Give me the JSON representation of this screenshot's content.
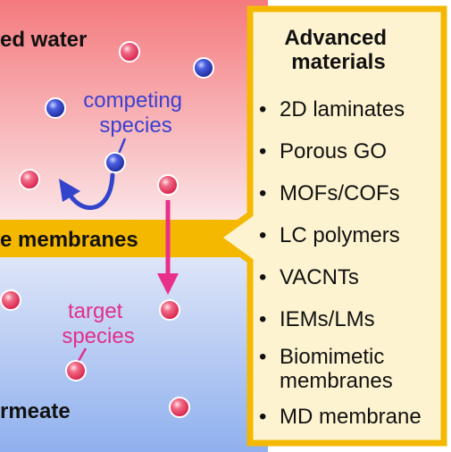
{
  "zones": {
    "feed_label": "ed water",
    "membrane_label": "e membranes",
    "permeate_label": "rmeate"
  },
  "annotations": {
    "competing": [
      "competing",
      "species"
    ],
    "target": [
      "target",
      "species"
    ]
  },
  "panel": {
    "title": [
      "Advanced",
      "materials"
    ],
    "items": [
      [
        "2D laminates"
      ],
      [
        "Porous GO"
      ],
      [
        "MOFs/COFs"
      ],
      [
        "LC polymers"
      ],
      [
        "VACNTs"
      ],
      [
        "IEMs/LMs"
      ],
      [
        "Biomimetic",
        "membranes"
      ],
      [
        "MD membrane"
      ]
    ]
  },
  "colors": {
    "target_species": "#e8335a",
    "competing_species": "#2b3fc8",
    "membrane": "#f5b800",
    "arrow_target": "#e8308a",
    "arrow_competing": "#3344cc",
    "panel_fill": "#fdf3d0"
  }
}
